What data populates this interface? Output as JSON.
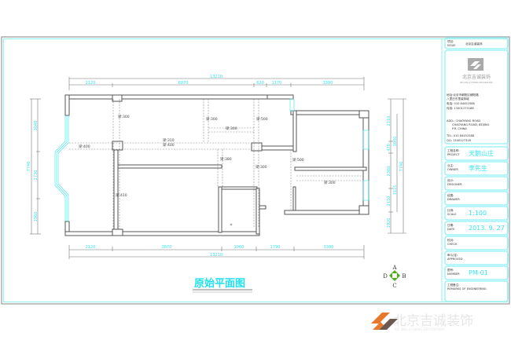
{
  "drawing_title": "原始平面图",
  "dimensions": {
    "top_total": "13210",
    "top_segments": [
      "2120",
      "6970",
      "620",
      "1170",
      "3300"
    ],
    "bottom_total": "13210",
    "bottom_segments": [
      "2120",
      "3870",
      "1060",
      "1790",
      "3300"
    ],
    "left_total": "7740",
    "left_segments": [
      "3040",
      "2730",
      "1960"
    ],
    "right_total": "7740",
    "right_segments": [
      "2110",
      "470",
      "2360",
      "2110",
      "1920"
    ],
    "right_inner": [
      "3030",
      "3115"
    ]
  },
  "beam_labels": [
    "梁:300",
    "梁:300",
    "梁:300",
    "梁:500",
    "梁:400",
    "梁:310",
    "梁:400",
    "梁:380",
    "梁:300",
    "梁:410",
    "梁:500",
    "梁:300"
  ],
  "compass": {
    "a": "A",
    "b": "B",
    "c": "C",
    "d": "D",
    "color": "#4caf1a"
  },
  "title_block": {
    "issue_label": "项目:\nISSUE",
    "issue_value": "北京吉诚装饰",
    "company_cn": "北京吉诚装饰",
    "company_en": "BEI JING JI CHENG DECORATION",
    "address_cn": "地址:北京市朝阳区朝阳路",
    "address_cn2": "八里庄东里装饰城",
    "tel_cn": "电话: 010 84452588",
    "fax_cn": "传真: 13401273188",
    "add_en": "ADD.: CHAOYANG ROAD",
    "add_en2": "CHAOYANG ROAD, BEIJING",
    "add_en3": "P.R. CHINA",
    "tel_en": "TEL: 010 84452588",
    "fax_en": "QQ: 1340127318",
    "rows": [
      {
        "cn": "工程名称:",
        "en": "PROJECT",
        "value": "天鹅山庄"
      },
      {
        "cn": "业主:",
        "en": "OWNER",
        "value": "李先生"
      },
      {
        "cn": "设计:",
        "en": "DESIGNER",
        "value": ""
      },
      {
        "cn": "绘图:",
        "en": "DRAWER",
        "value": ""
      },
      {
        "cn": "比例:",
        "en": "SCALE",
        "value": "1:100"
      },
      {
        "cn": "日期:",
        "en": "DATE",
        "value": "2013. 9. 27"
      },
      {
        "cn": "校对:",
        "en": "CHECK",
        "value": ""
      },
      {
        "cn": "审/认定:",
        "en": "APPROVED",
        "value": ""
      },
      {
        "cn": "图号:",
        "en": "NUMBER",
        "value": "PM-01"
      },
      {
        "cn": "工程备注:",
        "en": "REMARKS OF ENGINEERING",
        "value": ""
      }
    ]
  },
  "watermark": {
    "cn": "北京吉诚装饰",
    "en": "BEI JING JI CHENG DECORATION",
    "orange": "#e8782a",
    "brown": "#6b5a50"
  }
}
